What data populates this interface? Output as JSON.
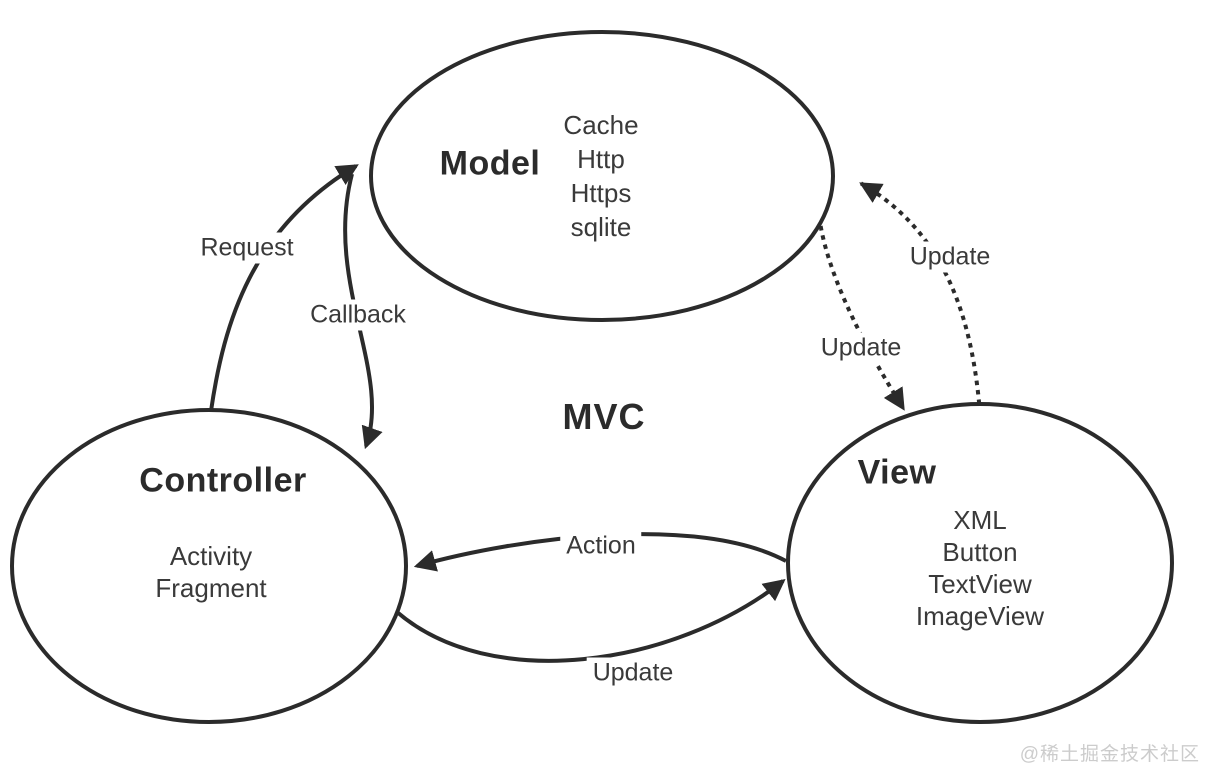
{
  "diagram": {
    "title": "MVC",
    "watermark": "@稀土掘金技术社区",
    "colors": {
      "line": "#2b2b2b",
      "text": "#3a3a3a",
      "watermark": "#cccccc",
      "background": "#ffffff"
    },
    "nodes": {
      "model": {
        "label": "Model",
        "items": [
          "Cache",
          "Http",
          "Https",
          "sqlite"
        ]
      },
      "controller": {
        "label": "Controller",
        "items": [
          "Activity",
          "Fragment"
        ]
      },
      "view": {
        "label": "View",
        "items": [
          "XML",
          "Button",
          "TextView",
          "ImageView"
        ]
      }
    },
    "edges": {
      "request": {
        "label": "Request",
        "from": "controller",
        "to": "model",
        "line": "solid"
      },
      "callback": {
        "label": "Callback",
        "from": "model",
        "to": "controller",
        "line": "solid"
      },
      "update_view_to_model": {
        "label": "Update",
        "from": "view",
        "to": "model",
        "line": "dotted"
      },
      "update_model_to_view": {
        "label": "Update",
        "from": "model",
        "to": "view",
        "line": "dotted"
      },
      "action": {
        "label": "Action",
        "from": "view",
        "to": "controller",
        "line": "solid"
      },
      "update_controller_to_view": {
        "label": "Update",
        "from": "controller",
        "to": "view",
        "line": "solid"
      }
    }
  }
}
